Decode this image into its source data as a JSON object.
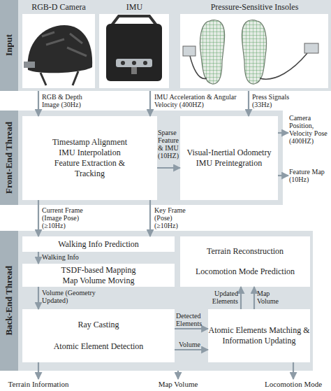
{
  "diagram": {
    "nodes": [
      {
        "text": [
          "Input"
        ]
      },
      {
        "text": [
          "RGB-D Camera"
        ],
        "in": 0
      },
      {
        "text": [
          "IMU"
        ],
        "in": 0
      },
      {
        "text": [
          "Pressure-Sensitive Insoles"
        ],
        "in": 0
      },
      {
        "text": [
          "Front-End Thread"
        ]
      },
      {
        "text": [
          "Timestamp Alignment IMU Interpolation Feature Extraction & Tracking"
        ],
        "in": 4
      },
      {
        "text": [
          "Visual-Inertial Odometry IMU Preintegration"
        ],
        "in": 4
      },
      {
        "text": [
          "Back-End Thread"
        ]
      },
      {
        "text": [
          "Walking Info Prediction"
        ],
        "in": 7
      },
      {
        "text": [
          "Terrain Reconstruction",
          "Locomotion Mode Prediction"
        ],
        "in": 7
      },
      {
        "text": [
          "TSDF-based Mapping Map Volume Moving"
        ],
        "in": 7
      },
      {
        "text": [
          "Ray Casting",
          "Atomic Element Detection"
        ],
        "in": 7
      },
      {
        "text": [
          "Atomic Elements Matching & Information Updating"
        ],
        "in": 7
      }
    ],
    "edges": [
      {
        "from": 1,
        "to": 5,
        "arrow": "to",
        "label": "RGB & Depth Image (30Hz)"
      },
      {
        "from": 2,
        "to": 5,
        "arrow": "to",
        "label": "IMU Acceleration & Angular Velocity (400HZ)"
      },
      {
        "from": 3,
        "to": 6,
        "arrow": "to",
        "label": "Press Signals (33Hz)"
      },
      {
        "from": 5,
        "to": 6,
        "arrow": "to",
        "label": "Sparse Feature & IMU (10HZ)"
      },
      {
        "from": 5,
        "to": 8,
        "arrow": "to",
        "label": "Current Frame (Image Pose) (≥10Hz)"
      },
      {
        "from": 5,
        "to": 8,
        "arrow": "to",
        "label": "Key Frame (Pose) (≥10Hz)"
      },
      {
        "from": 8,
        "to": 10,
        "arrow": "to",
        "label": "Walking Info"
      },
      {
        "from": 10,
        "to": 11,
        "arrow": "to",
        "label": "Volume (Geometry Updated)"
      },
      {
        "from": 11,
        "to": 12,
        "arrow": "to",
        "label": "Detected Elements"
      },
      {
        "from": 11,
        "to": 12,
        "arrow": "to",
        "label": "Volume"
      },
      {
        "from": 12,
        "to": 9,
        "arrow": "to",
        "label": "Updated Elements"
      },
      {
        "from": 12,
        "to": 9,
        "arrow": "to",
        "label": "Map Volume"
      }
    ],
    "labels": [
      "Camera Position, Velocity Pose (400HZ)",
      "Feature Map (10Hz)",
      "Terrain Information",
      "Map Volume",
      "Locomotion Mode"
    ]
  }
}
